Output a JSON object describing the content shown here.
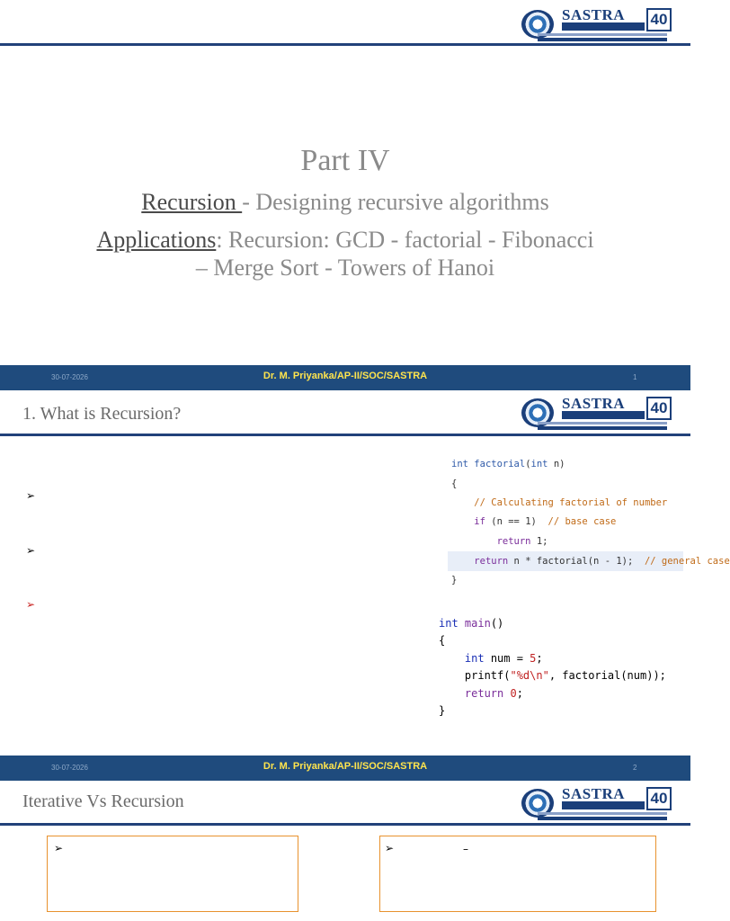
{
  "logo": {
    "name": "SASTRA",
    "badge": "40"
  },
  "slide1": {
    "title": "Part IV",
    "line1_underlined": "Recursion ",
    "line1_rest": "- Designing recursive algorithms",
    "line2_underlined": "Applications",
    "line2_rest": ": Recursion: GCD - factorial - Fibonacci",
    "line3": "– Merge Sort - Towers of Hanoi"
  },
  "footer": {
    "date": "30-07-2026",
    "author": "Dr. M. Priyanka/AP-II/SOC/SASTRA"
  },
  "slide_numbers": [
    "1",
    "2"
  ],
  "slide2": {
    "title": "1. What is Recursion?",
    "bullets": [
      "➢",
      "➢",
      "➢"
    ],
    "code1": [
      "int factorial(int n)",
      "{",
      "    // Calculating factorial of number",
      "    if (n == 1)  // base case",
      "        return 1;",
      "    return n * factorial(n - 1);  // general case",
      "}"
    ],
    "code2": [
      "int main()",
      "{",
      "    int num = 5;",
      "    printf(\"%d\\n\", factorial(num));",
      "    return 0;",
      "}"
    ]
  },
  "slide3": {
    "title": "Iterative Vs Recursion",
    "left_bullet": "➢",
    "right_bullet": "➢",
    "right_dash": "–"
  }
}
